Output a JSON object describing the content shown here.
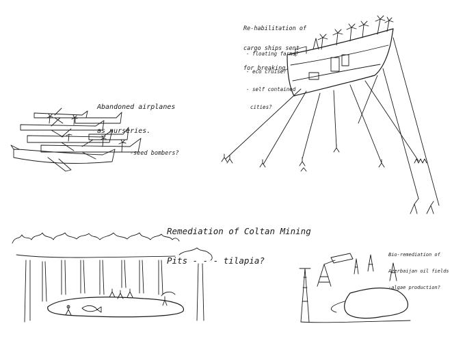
{
  "notes": {
    "ships": {
      "line1": "Re-habilitation of",
      "line2": "cargo ships sent",
      "line3": "for breaking.",
      "opt1": "- floating farms?",
      "opt2": "- eco cruise?",
      "opt3": "- self contained",
      "opt4": "cities?"
    },
    "planes": {
      "line1": "Abandoned airplanes",
      "line2": "as nurseries.",
      "line3": "-seed bombers?"
    },
    "coltan": {
      "line1": "Remediation of Coltan Mining",
      "line2": "Pits - - - tilapia?"
    },
    "oil": {
      "line1": "Bio-remediation of",
      "line2": "Azerbaijan oil fields",
      "line3": "-algae production?"
    }
  },
  "colors": {
    "ink": "#1a1a1a",
    "paper": "#ffffff"
  }
}
